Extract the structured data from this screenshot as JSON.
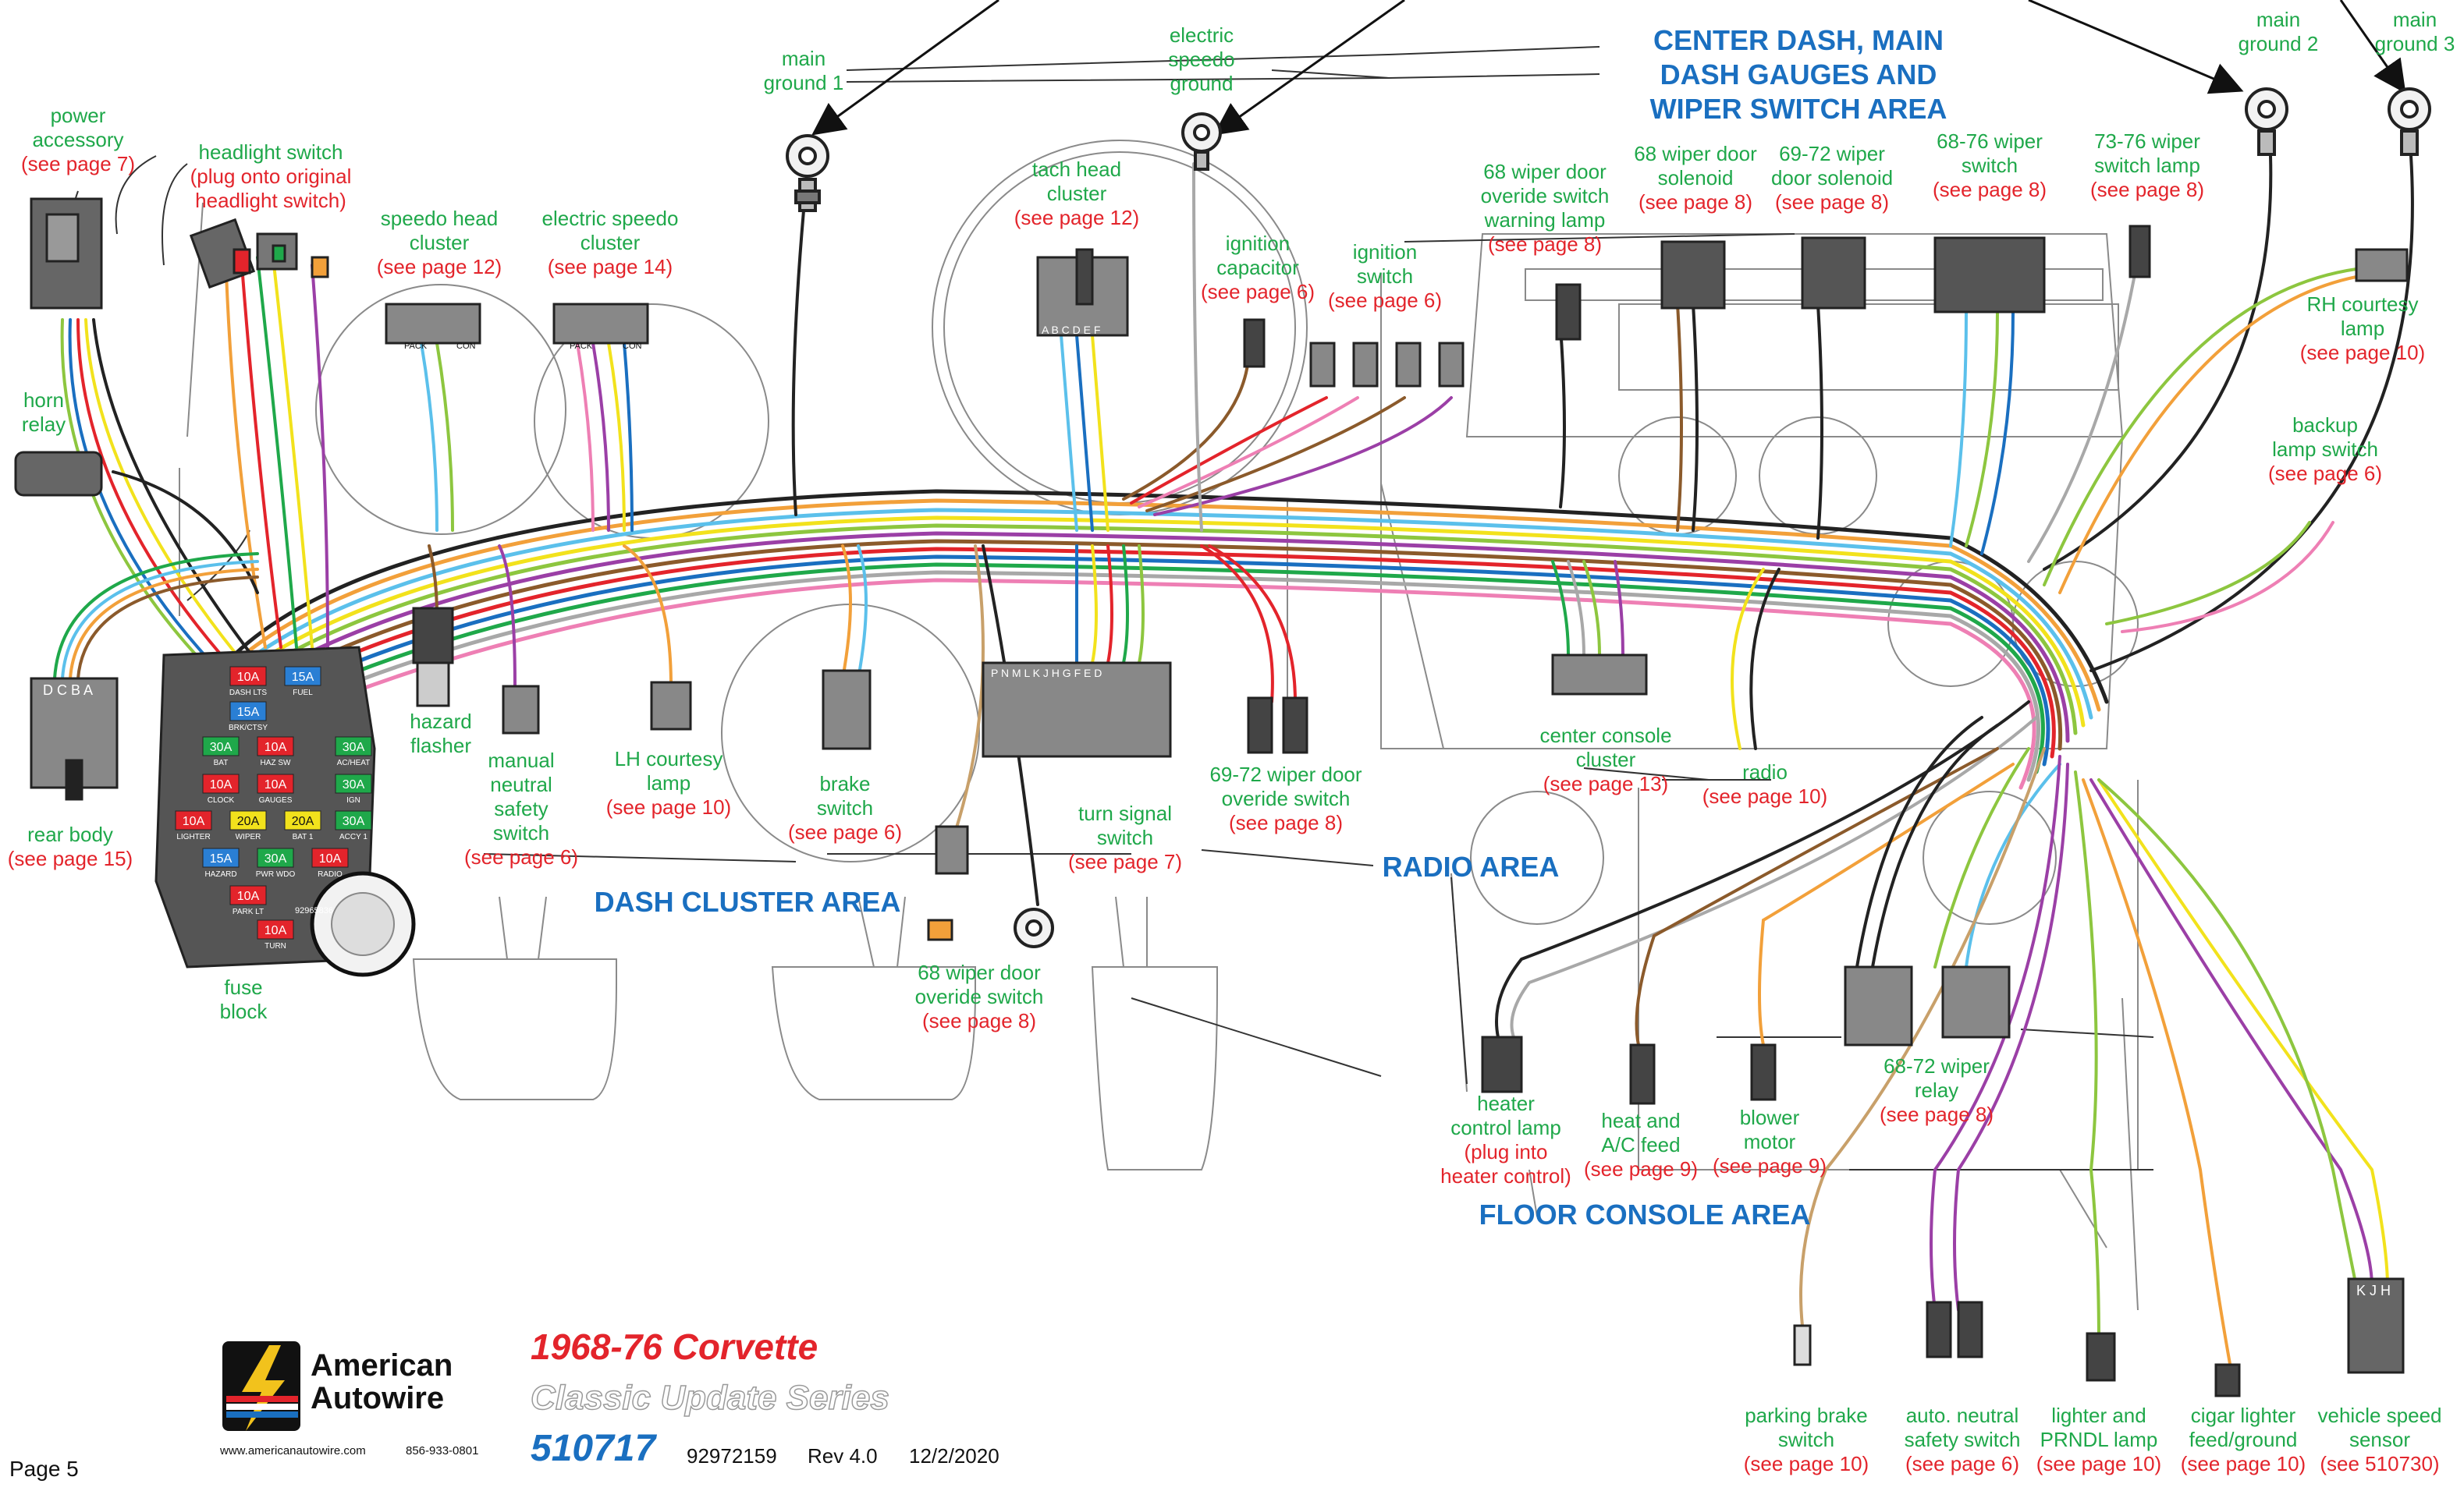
{
  "areas": {
    "center_dash": [
      "CENTER DASH, MAIN",
      "DASH GAUGES AND",
      "WIPER SWITCH AREA"
    ],
    "dash_cluster": "DASH CLUSTER AREA",
    "radio": "RADIO AREA",
    "floor_console": "FLOOR CONSOLE AREA"
  },
  "components": {
    "power_accessory": {
      "name": [
        "power",
        "accessory"
      ],
      "ref": "(see page 7)"
    },
    "headlight_switch": {
      "name": [
        "headlight switch",
        "(plug onto original",
        "headlight switch)"
      ]
    },
    "horn_relay": {
      "name": [
        "horn",
        "relay"
      ]
    },
    "rear_body": {
      "name": [
        "rear body"
      ],
      "ref": "(see page 15)"
    },
    "fuse_block": {
      "name": [
        "fuse",
        "block"
      ]
    },
    "main_ground_1": {
      "name": [
        "main",
        "ground 1"
      ]
    },
    "electric_speedo_ground": {
      "name": [
        "electric",
        "speedo",
        "ground"
      ]
    },
    "main_ground_2": {
      "name": [
        "main",
        "ground 2"
      ]
    },
    "main_ground_3": {
      "name": [
        "main",
        "ground 3"
      ]
    },
    "speedo_head_cluster": {
      "name": [
        "speedo head",
        "cluster"
      ],
      "ref": "(see page 12)"
    },
    "electric_speedo_cluster": {
      "name": [
        "electric speedo",
        "cluster"
      ],
      "ref": "(see page 14)"
    },
    "tach_head_cluster": {
      "name": [
        "tach head",
        "cluster"
      ],
      "ref": "(see page 12)"
    },
    "ignition_capacitor": {
      "name": [
        "ignition",
        "capacitor"
      ],
      "ref": "(see page 6)"
    },
    "ignition_switch": {
      "name": [
        "ignition",
        "switch"
      ],
      "ref": "(see page 6)"
    },
    "wiper_door_overide_warning": {
      "name": [
        "68 wiper door",
        "overide switch",
        "warning lamp"
      ],
      "ref": "(see page 8)"
    },
    "wiper_door_solenoid_68": {
      "name": [
        "68 wiper door",
        "solenoid"
      ],
      "ref": "(see page 8)"
    },
    "wiper_door_solenoid_6972": {
      "name": [
        "69-72 wiper",
        "door solenoid"
      ],
      "ref": "(see page 8)"
    },
    "wiper_switch_6876": {
      "name": [
        "68-76 wiper",
        "switch"
      ],
      "ref": "(see page 8)"
    },
    "wiper_switch_lamp_7376": {
      "name": [
        "73-76 wiper",
        "switch lamp"
      ],
      "ref": "(see page 8)"
    },
    "rh_courtesy_lamp": {
      "name": [
        "RH courtesy",
        "lamp"
      ],
      "ref": "(see page 10)"
    },
    "backup_lamp_switch": {
      "name": [
        "backup",
        "lamp switch"
      ],
      "ref": "(see page 6)"
    },
    "hazard_flasher": {
      "name": [
        "hazard",
        "flasher"
      ]
    },
    "manual_neutral_safety": {
      "name": [
        "manual",
        "neutral",
        "safety",
        "switch"
      ],
      "ref": "(see page 6)"
    },
    "lh_courtesy_lamp": {
      "name": [
        "LH courtesy",
        "lamp"
      ],
      "ref": "(see page 10)"
    },
    "brake_switch": {
      "name": [
        "brake",
        "switch"
      ],
      "ref": "(see page 6)"
    },
    "turn_signal_switch": {
      "name": [
        "turn signal",
        "switch"
      ],
      "ref": "(see page 7)"
    },
    "wiper_door_overide_6972": {
      "name": [
        "69-72 wiper door",
        "overide switch"
      ],
      "ref": "(see page 8)"
    },
    "wiper_door_overide_68": {
      "name": [
        "68 wiper door",
        "overide switch"
      ],
      "ref": "(see page 8)"
    },
    "center_console_cluster": {
      "name": [
        "center console",
        "cluster"
      ],
      "ref": "(see page 13)"
    },
    "radio": {
      "name": [
        "radio"
      ],
      "ref": "(see page 10)"
    },
    "heater_control_lamp": {
      "name": [
        "heater",
        "control lamp",
        "(plug into",
        "heater control)"
      ]
    },
    "heat_ac_feed": {
      "name": [
        "heat and",
        "A/C feed"
      ],
      "ref": "(see page 9)"
    },
    "blower_motor": {
      "name": [
        "blower",
        "motor"
      ],
      "ref": "(see page 9)"
    },
    "wiper_relay_6872": {
      "name": [
        "68-72 wiper",
        "relay"
      ],
      "ref": "(see page 8)"
    },
    "parking_brake_switch": {
      "name": [
        "parking brake",
        "switch"
      ],
      "ref": "(see page 10)"
    },
    "auto_neutral_safety": {
      "name": [
        "auto. neutral",
        "safety switch"
      ],
      "ref": "(see page 6)"
    },
    "lighter_prndl_lamp": {
      "name": [
        "lighter and",
        "PRNDL lamp"
      ],
      "ref": "(see page 10)"
    },
    "cigar_lighter_feed": {
      "name": [
        "cigar lighter",
        "feed/ground"
      ],
      "ref": "(see page 10)"
    },
    "vehicle_speed_sensor": {
      "name": [
        "vehicle speed",
        "sensor"
      ],
      "ref": "(see 510730)"
    }
  },
  "fuse_block": {
    "fuses": [
      {
        "amp": "10A",
        "color": "#e3242b",
        "label": "DASH LTS"
      },
      {
        "amp": "15A",
        "color": "#2a7fd4",
        "label": "FUEL"
      },
      {
        "amp": "15A",
        "color": "#2a7fd4",
        "label": "BRK/CTSY"
      },
      {
        "amp": "30A",
        "color": "#1fa84a",
        "label": "BAT"
      },
      {
        "amp": "10A",
        "color": "#e3242b",
        "label": "HAZ SW"
      },
      {
        "amp": "30A",
        "color": "#1fa84a",
        "label": "AC/HEAT"
      },
      {
        "amp": "10A",
        "color": "#e3242b",
        "label": "CLOCK"
      },
      {
        "amp": "10A",
        "color": "#e3242b",
        "label": "GAUGES"
      },
      {
        "amp": "30A",
        "color": "#1fa84a",
        "label": "IGN"
      },
      {
        "amp": "10A",
        "color": "#e3242b",
        "label": "LIGHTER"
      },
      {
        "amp": "20A",
        "color": "#f2e21c",
        "label": "WIPER"
      },
      {
        "amp": "20A",
        "color": "#f2e21c",
        "label": "BAT 1"
      },
      {
        "amp": "30A",
        "color": "#1fa84a",
        "label": "ACCY 1"
      },
      {
        "amp": "15A",
        "color": "#2a7fd4",
        "label": "HAZARD"
      },
      {
        "amp": "30A",
        "color": "#1fa84a",
        "label": "PWR WDO"
      },
      {
        "amp": "10A",
        "color": "#e3242b",
        "label": "RADIO"
      },
      {
        "amp": "10A",
        "color": "#e3242b",
        "label": "PARK LT"
      },
      {
        "amp": "10A",
        "color": "#e3242b",
        "label": "TURN"
      }
    ],
    "part_no": "92965836"
  },
  "connector_pins": {
    "rear_body": "D C B A",
    "tach": "A B C D E F",
    "turn_signal": "P N M L K J  H G F E D",
    "vss": "K J H",
    "pack_con": [
      "PACK",
      "CON"
    ]
  },
  "footer": {
    "brand": [
      "American",
      "Autowire"
    ],
    "website": "www.americanautowire.com",
    "phone": "856-933-0801",
    "title": "1968-76 Corvette",
    "series": "Classic Update Series",
    "kit_no": "510717",
    "gm_no": "92972159",
    "rev": "Rev 4.0",
    "date": "12/2/2020",
    "page": "Page 5"
  }
}
